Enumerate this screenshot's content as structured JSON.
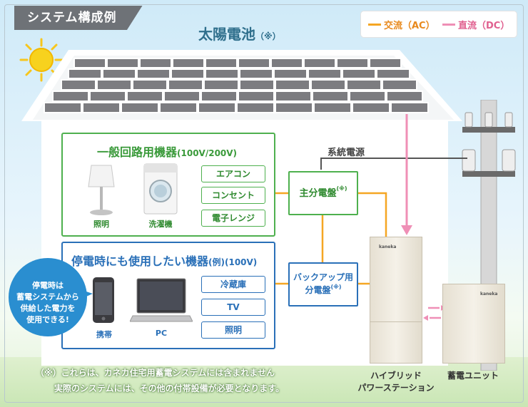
{
  "header": {
    "title": "システム構成例"
  },
  "legend": {
    "ac_label": "交流（AC）",
    "ac_color": "#f5a623",
    "dc_label": "直流（DC）",
    "dc_color": "#ef8fb6"
  },
  "solar": {
    "title": "太陽電池",
    "mark": "（※）"
  },
  "grid": {
    "label": "系統電源"
  },
  "general": {
    "title": "一般回路用機器",
    "title_note": "(100V/200V)",
    "devices": [
      "照明",
      "洗濯機"
    ],
    "appliances": [
      "エアコン",
      "コンセント",
      "電子レンジ"
    ]
  },
  "backup": {
    "title": "停電時にも使用したい機器",
    "title_note": "(例)(100V)",
    "devices": [
      "携帯",
      "PC"
    ],
    "appliances": [
      "冷蔵庫",
      "TV",
      "照明"
    ]
  },
  "panels": {
    "main": "主分電盤",
    "main_mark": "(※)",
    "backup_line1": "バックアップ用",
    "backup_line2": "分電盤",
    "backup_mark": "(※)"
  },
  "bubble": {
    "lines": [
      "停電時は",
      "蓄電システムから",
      "供給した電力を",
      "使用できる!"
    ]
  },
  "units": {
    "hybrid_line1": "ハイブリッド",
    "hybrid_line2": "パワーステーション",
    "storage": "蓄電ユニット",
    "brand": "kaneka"
  },
  "note": {
    "line1": "（※）これらは、カネカ住宅用蓄電システムには含まれません",
    "line2": "実際のシステムには、その他の付帯設備が必要となります。"
  }
}
